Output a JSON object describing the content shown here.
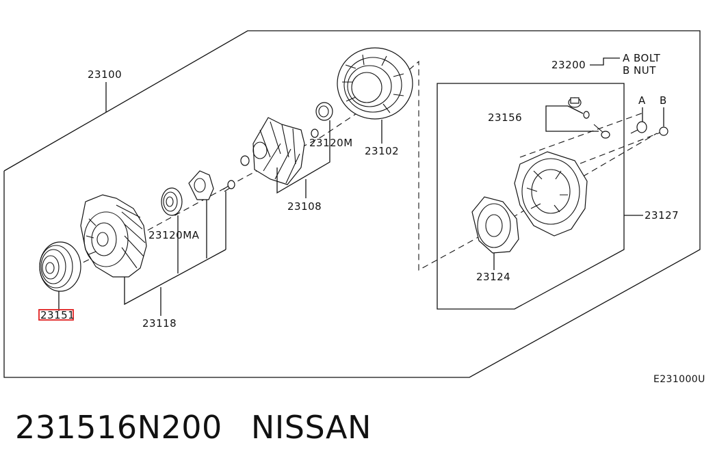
{
  "diagram": {
    "labels": {
      "assembly": "23100",
      "stator": "23102",
      "rotor": "23108",
      "front_bearing": "23120MA",
      "rear_bearing": "23120M",
      "front_cover": "23118",
      "pulley": "23151",
      "rear_cover": "23127",
      "brush_cover": "23124",
      "terminal": "23156",
      "nut_kit": "23200",
      "kit_a": "A BOLT",
      "kit_b": "B NUT",
      "callout_a": "A",
      "callout_b": "B",
      "diagram_code": "E231000U"
    },
    "highlight_color": "#e02020"
  },
  "caption": {
    "part_number": "231516N200",
    "brand": "NISSAN"
  }
}
